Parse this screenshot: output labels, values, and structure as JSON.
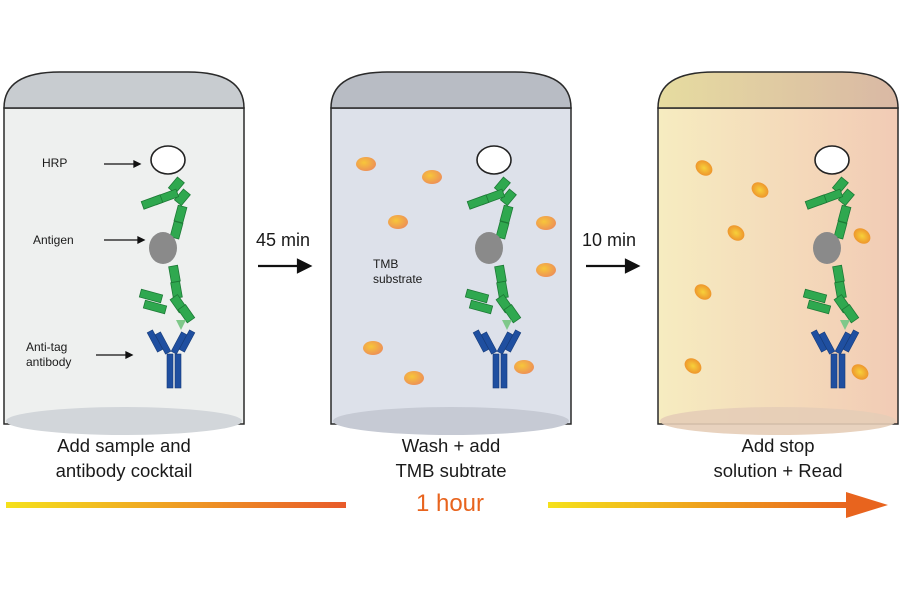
{
  "panels": [
    {
      "caption_lines": [
        "Add sample and",
        "antibody cocktail"
      ],
      "labels": {
        "hrp": "HRP",
        "antigen": "Antigen",
        "anti_tag_lines": [
          "Anti-tag",
          "antibody"
        ]
      }
    },
    {
      "caption_lines": [
        "Wash + add",
        "TMB subtrate"
      ],
      "labels": {
        "substrate_lines": [
          "TMB",
          "substrate"
        ]
      }
    },
    {
      "caption_lines": [
        "Add stop",
        "solution + Read"
      ]
    }
  ],
  "steps": {
    "first_interval": "45 min",
    "second_interval": "10 min"
  },
  "timeline": {
    "total_label": "1 hour"
  },
  "colors": {
    "antibody_green": "#2fa84f",
    "antibody_blue": "#1f4fa0",
    "antigen_gray": "#8a8a8a",
    "timeline_start": "#f5e11c",
    "timeline_end": "#e8641e",
    "panel1_fill": "#eef0ef",
    "panel2_fill": "#dde1ea",
    "panel3_fill_start": "#f6ecc0",
    "panel3_fill_end": "#f2cbb5"
  }
}
